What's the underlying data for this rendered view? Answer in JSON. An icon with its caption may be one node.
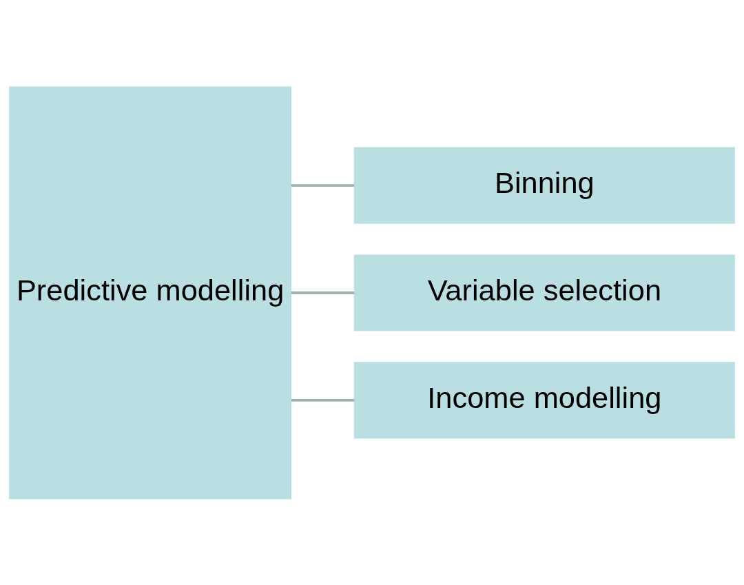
{
  "diagram": {
    "nodes": [
      {
        "text": [
          "Predictive modelling"
        ]
      },
      {
        "text": [
          "Binning"
        ]
      },
      {
        "text": [
          "Variable selection"
        ]
      },
      {
        "text": [
          "Income modelling"
        ]
      }
    ],
    "edges": [
      {
        "from": 0,
        "to": 1,
        "arrow": "none"
      },
      {
        "from": 0,
        "to": 2,
        "arrow": "none"
      },
      {
        "from": 0,
        "to": 3,
        "arrow": "none"
      }
    ]
  }
}
